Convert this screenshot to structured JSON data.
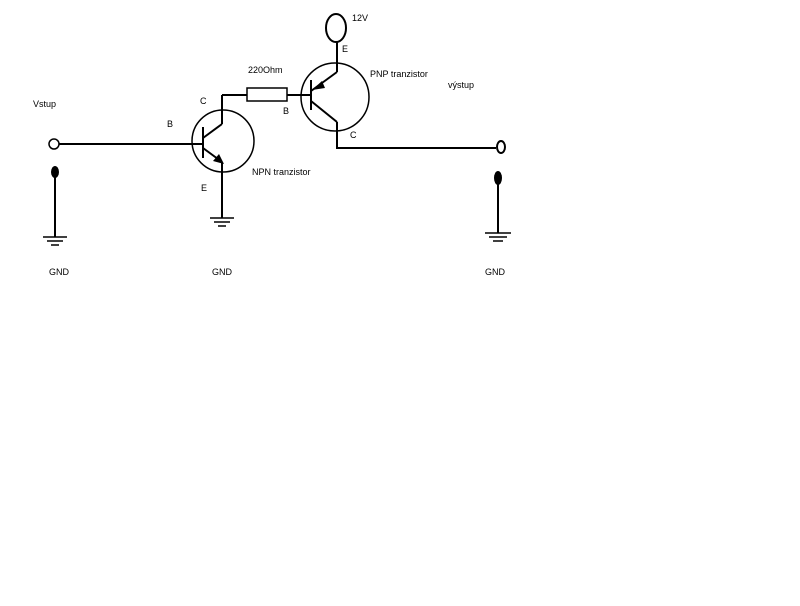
{
  "labels": {
    "input": "Vstup",
    "output": "výstup",
    "supply": "12V",
    "resistor": "220Ohm",
    "npn_name": "NPN tranzistor",
    "pnp_name": "PNP tranzistor",
    "npn_base": "B",
    "npn_collector": "C",
    "npn_emitter": "E",
    "pnp_base": "B",
    "pnp_collector": "C",
    "pnp_emitter": "E",
    "gnd_input": "GND",
    "gnd_npn": "GND",
    "gnd_output": "GND"
  }
}
